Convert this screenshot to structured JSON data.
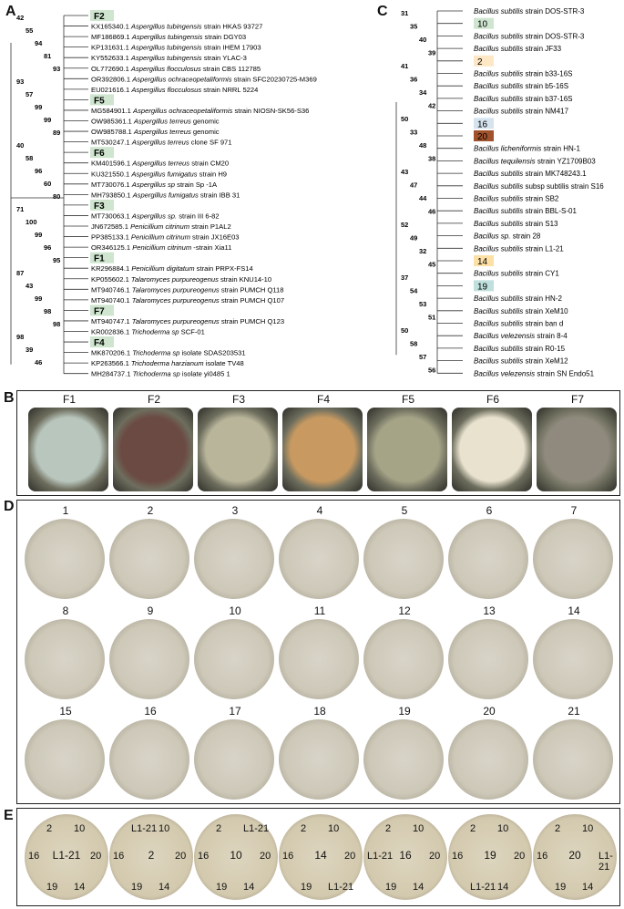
{
  "panels": {
    "A": {
      "letter": "A",
      "leaves": [
        {
          "tag": "F2",
          "text": "",
          "italic": ""
        },
        {
          "tag": "",
          "acc": "KX165340.1",
          "sp": "Aspergillus tubingensis",
          "rest": "strain HKAS 93727"
        },
        {
          "tag": "",
          "acc": "MF186869.1",
          "sp": "Aspergillus tubingensis",
          "rest": "strain DGY03"
        },
        {
          "tag": "",
          "acc": "KP131631.1",
          "sp": "Aspergillus tubingensis",
          "rest": "strain IHEM 17903"
        },
        {
          "tag": "",
          "acc": "KY552633.1",
          "sp": "Aspergillus tubingensis",
          "rest": "strain YLAC-3"
        },
        {
          "tag": "",
          "acc": "OL772690.1",
          "sp": "Aspergillus flocculosus",
          "rest": "strain CBS 112785"
        },
        {
          "tag": "",
          "acc": "OR392806.1",
          "sp": "Aspergillus ochraceopetaliformis",
          "rest": "strain SFC20230725-M369"
        },
        {
          "tag": "",
          "acc": "EU021616.1",
          "sp": "Aspergillus flocculosus",
          "rest": "strain NRRL 5224"
        },
        {
          "tag": "F5",
          "text": ""
        },
        {
          "tag": "",
          "acc": "MG584901.1",
          "sp": "Aspergillus ochraceopetaliformis",
          "rest": "strain NIOSN-SK56-S36"
        },
        {
          "tag": "",
          "acc": "OW985361.1",
          "sp": "Aspergillus terreus",
          "rest": "genomic"
        },
        {
          "tag": "",
          "acc": "OW985788.1",
          "sp": "Aspergillus terreus",
          "rest": "genomic"
        },
        {
          "tag": "",
          "acc": "MT530247.1",
          "sp": "Aspergillus terreus",
          "rest": "clone SF 971"
        },
        {
          "tag": "F6",
          "text": ""
        },
        {
          "tag": "",
          "acc": "KM401596.1",
          "sp": "Aspergillus terreus",
          "rest": "strain CM20"
        },
        {
          "tag": "",
          "acc": "KU321550.1",
          "sp": "Aspergillus fumigatus",
          "rest": "strain H9"
        },
        {
          "tag": "",
          "acc": "MT730076.1",
          "sp": "Aspergillus sp",
          "rest": "strain Sp -1A"
        },
        {
          "tag": "",
          "acc": "MH793850.1",
          "sp": "Aspergillus fumigatus",
          "rest": "strain IBB 31"
        },
        {
          "tag": "F3",
          "text": ""
        },
        {
          "tag": "",
          "acc": "MT730063.1",
          "sp": "Aspergillus sp.",
          "rest": "strain III 6-82"
        },
        {
          "tag": "",
          "acc": "JN672585.1",
          "sp": "Penicillium citrinum",
          "rest": "strain P1AL2"
        },
        {
          "tag": "",
          "acc": "PP385133.1",
          "sp": "Penicillium citrinum",
          "rest": "strain JX16E03"
        },
        {
          "tag": "",
          "acc": "OR346125.1",
          "sp": "Penicillium citrinum",
          "rest": "-strain Xia11"
        },
        {
          "tag": "F1",
          "text": ""
        },
        {
          "tag": "",
          "acc": "KR296884.1",
          "sp": "Penicillium digitatum",
          "rest": "strain PRPX-FS14"
        },
        {
          "tag": "",
          "acc": "KP055602.1",
          "sp": "Talaromyces purpureogenus",
          "rest": "strain KNU14-10"
        },
        {
          "tag": "",
          "acc": "MT940746.1",
          "sp": "Talaromyces purpureogenus",
          "rest": "strain PUMCH Q118"
        },
        {
          "tag": "",
          "acc": "MT940740.1",
          "sp": "Talaromyces purpureogenus",
          "rest": "strain PUMCH Q107"
        },
        {
          "tag": "F7",
          "text": ""
        },
        {
          "tag": "",
          "acc": "MT940747.1",
          "sp": "Talaromyces purpureogenus",
          "rest": "strain PUMCH Q123"
        },
        {
          "tag": "",
          "acc": "KR002836.1",
          "sp": "Trichoderma sp",
          "rest": "SCF-01"
        },
        {
          "tag": "F4",
          "text": ""
        },
        {
          "tag": "",
          "acc": "MK870206.1",
          "sp": "Trichoderma sp",
          "rest": "isolate SDAS203531"
        },
        {
          "tag": "",
          "acc": "KP263566.1",
          "sp": "Trichoderma harzianum",
          "rest": "isolate TV48"
        },
        {
          "tag": "",
          "acc": "MH284737.1",
          "sp": "Trichoderma sp",
          "rest": "isolate yi0485 1"
        }
      ],
      "bootstraps": [
        "42",
        "55",
        "94",
        "81",
        "93",
        "93",
        "57",
        "99",
        "99",
        "89",
        "40",
        "58",
        "96",
        "60",
        "80",
        "71",
        "100",
        "99",
        "96",
        "95",
        "87",
        "43",
        "99",
        "98",
        "98",
        "98",
        "39",
        "46"
      ]
    },
    "C": {
      "letter": "C",
      "leaves": [
        {
          "tag": "",
          "sp": "Bacillus subtilis",
          "rest": "strain DOS-STR-3"
        },
        {
          "tag": "10",
          "sp": "",
          "rest": ""
        },
        {
          "tag": "",
          "sp": "Bacillus subtilis",
          "rest": "strain DOS-STR-3"
        },
        {
          "tag": "",
          "sp": "Bacillus subtilis",
          "rest": "strain JF33"
        },
        {
          "tag": "2",
          "sp": "",
          "rest": ""
        },
        {
          "tag": "",
          "sp": "Bacillus subtilis",
          "rest": "strain b33-16S"
        },
        {
          "tag": "",
          "sp": "Bacillus subtilis",
          "rest": "strain b5-16S"
        },
        {
          "tag": "",
          "sp": "Bacillus subtilis",
          "rest": "strain b37-16S"
        },
        {
          "tag": "",
          "sp": "Bacillus subtilis",
          "rest": "strain NM417"
        },
        {
          "tag": "16",
          "sp": "",
          "rest": ""
        },
        {
          "tag": "20",
          "sp": "",
          "rest": ""
        },
        {
          "tag": "",
          "sp": "Bacillus licheniformis",
          "rest": "strain HN-1"
        },
        {
          "tag": "",
          "sp": "Bacillus tequilensis",
          "rest": "strain YZ1709B03"
        },
        {
          "tag": "",
          "sp": "Bacillus subtilis",
          "rest": "strain MK748243.1"
        },
        {
          "tag": "",
          "sp": "Bacillus subtilis",
          "rest": "subsp subtilis strain S16"
        },
        {
          "tag": "",
          "sp": "Bacillus subtilis",
          "rest": "strain SB2"
        },
        {
          "tag": "",
          "sp": "Bacillus subtilis",
          "rest": "strain BBL-S-01"
        },
        {
          "tag": "",
          "sp": "Bacillus subtilis",
          "rest": "strain S13"
        },
        {
          "tag": "",
          "sp": "Bacillus sp.",
          "rest": "strain 28"
        },
        {
          "tag": "",
          "sp": "Bacillus subtilis",
          "rest": "strain L1-21"
        },
        {
          "tag": "14",
          "sp": "",
          "rest": ""
        },
        {
          "tag": "",
          "sp": "Bacillus subtilis",
          "rest": "strain CY1"
        },
        {
          "tag": "19",
          "sp": "",
          "rest": ""
        },
        {
          "tag": "",
          "sp": "Bacillus subtilis",
          "rest": "strain HN-2"
        },
        {
          "tag": "",
          "sp": "Bacillus subtilis",
          "rest": "strain XeM10"
        },
        {
          "tag": "",
          "sp": "Bacillus subtilis",
          "rest": "strain ban d"
        },
        {
          "tag": "",
          "sp": "Bacillus velezensis",
          "rest": "strain 8-4"
        },
        {
          "tag": "",
          "sp": "Bacillus subtilis",
          "rest": "strain R0-15"
        },
        {
          "tag": "",
          "sp": "Bacillus subtilis",
          "rest": "strain XeM12"
        },
        {
          "tag": "",
          "sp": "Bacillus velezensis",
          "rest": "strain SN Endo51"
        }
      ],
      "bootstraps": [
        "31",
        "35",
        "40",
        "39",
        "41",
        "36",
        "34",
        "42",
        "50",
        "33",
        "48",
        "38",
        "43",
        "47",
        "44",
        "46",
        "52",
        "49",
        "32",
        "45",
        "37",
        "54",
        "53",
        "51",
        "50",
        "58",
        "57",
        "56"
      ]
    },
    "B": {
      "letter": "B",
      "plates": [
        "F1",
        "F2",
        "F3",
        "F4",
        "F5",
        "F6",
        "F7"
      ],
      "colors": [
        "#b9c6bd",
        "#6b4a43",
        "#b9b59a",
        "#c89a62",
        "#a6a487",
        "#e9e2cf",
        "#8f8a7d"
      ]
    },
    "D": {
      "letter": "D",
      "rows": [
        [
          "1",
          "2",
          "3",
          "4",
          "5",
          "6",
          "7"
        ],
        [
          "8",
          "9",
          "10",
          "11",
          "12",
          "13",
          "14"
        ],
        [
          "15",
          "16",
          "17",
          "18",
          "19",
          "20",
          "21"
        ]
      ]
    },
    "E": {
      "letter": "E",
      "plates": [
        {
          "center": "L1-21",
          "labels": [
            "2",
            "10",
            "14",
            "16",
            "19",
            "20"
          ]
        },
        {
          "center": "2",
          "labels": [
            "L1-21",
            "10",
            "14",
            "16",
            "19",
            "20"
          ]
        },
        {
          "center": "10",
          "labels": [
            "2",
            "L1-21",
            "14",
            "16",
            "19",
            "20"
          ]
        },
        {
          "center": "14",
          "labels": [
            "2",
            "10",
            "L1-21",
            "16",
            "19",
            "20"
          ]
        },
        {
          "center": "16",
          "labels": [
            "2",
            "10",
            "14",
            "L1-21",
            "19",
            "20"
          ]
        },
        {
          "center": "19",
          "labels": [
            "2",
            "10",
            "14",
            "16",
            "L1-21",
            "20"
          ]
        },
        {
          "center": "20",
          "labels": [
            "2",
            "10",
            "14",
            "16",
            "19",
            "L1-21"
          ]
        }
      ]
    }
  }
}
